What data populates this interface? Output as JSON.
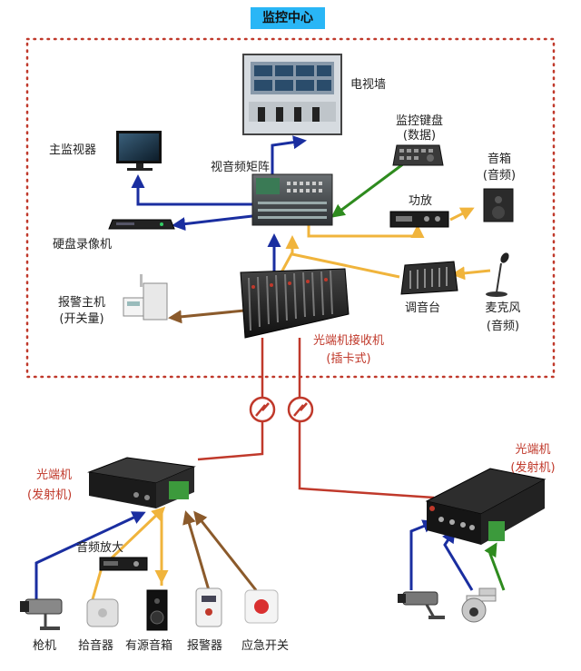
{
  "title": "监控中心",
  "colors": {
    "title_bg": "#29b6f6",
    "dotted_border": "#c0392b",
    "video_line": "#1a2ea0",
    "audio_line": "#f0b43c",
    "data_line": "#2e8b1e",
    "alarm_line": "#8b5a2b",
    "fiber_line": "#c0392b"
  },
  "labels": {
    "video_wall": "电视墙",
    "main_monitor": "主监视器",
    "matrix": "视音频矩阵",
    "keyboard": "监控键盘",
    "keyboard_sub": "(数据)",
    "speaker": "音箱",
    "speaker_sub": "(音频)",
    "amplifier": "功放",
    "dvr": "硬盘录像机",
    "alarm_host": "报警主机",
    "alarm_host_sub": "(开关量)",
    "mixer": "调音台",
    "microphone": "麦克风",
    "microphone_sub": "(音频)",
    "receiver": "光端机接收机",
    "receiver_sub": "(插卡式)",
    "tx_left": "光端机",
    "tx_left_sub": "(发射机)",
    "tx_right": "光端机",
    "tx_right_sub": "(发射机)",
    "audio_amp": "音频放大",
    "gun_camera": "枪机",
    "pickup": "拾音器",
    "active_speaker": "有源音箱",
    "alarm": "报警器",
    "emergency": "应急开关"
  },
  "icons": {
    "fiber_link": "fiber-link-icon"
  }
}
